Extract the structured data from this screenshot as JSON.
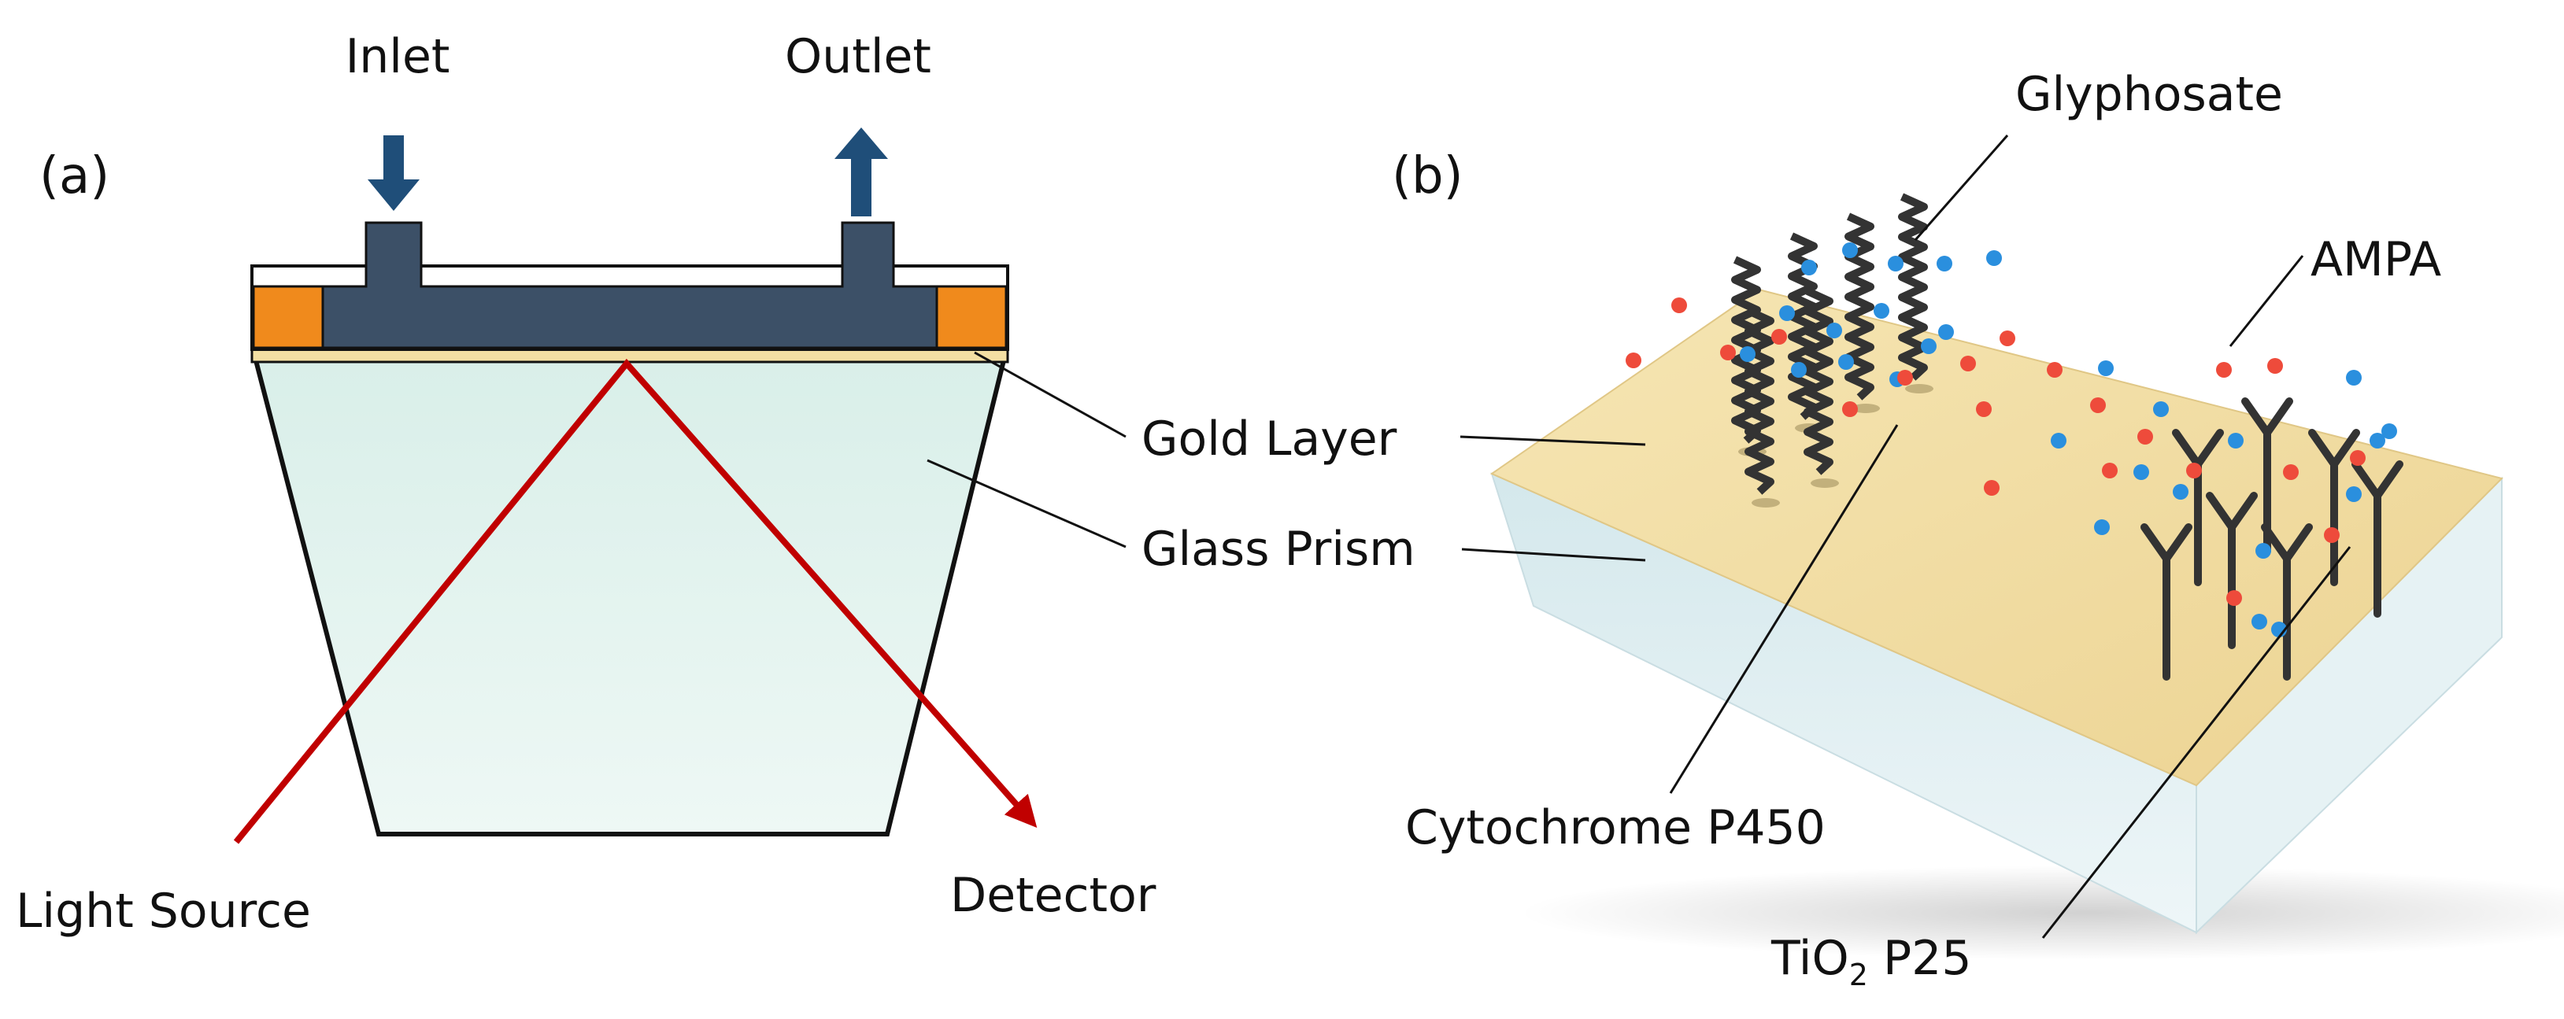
{
  "panel_a": {
    "tag": "(a)",
    "inlet": "Inlet",
    "outlet": "Outlet",
    "gold_layer": "Gold Layer",
    "glass_prism": "Glass Prism",
    "light_source": "Light Source",
    "detector": "Detector"
  },
  "panel_b": {
    "tag": "(b)",
    "glyphosate": "Glyphosate",
    "ampa": "AMPA",
    "cytochrome": "Cytochrome P450",
    "tio2_main": "TiO",
    "tio2_sub": "2",
    "tio2_rest": " P25"
  },
  "colors": {
    "flow_cell": "#3c5067",
    "gasket": "#f08a1c",
    "gold_film": "#f3dfa3",
    "prism_fill": "#e3f3ef",
    "light_ray": "#c00000",
    "arrows": "#1f4e79",
    "gold_surface": "#f1dca0",
    "prism_side": "#dcecef",
    "glyphosate_dot": "#2a8fde",
    "ampa_dot": "#ee4b3b",
    "molecule": "#333333"
  }
}
